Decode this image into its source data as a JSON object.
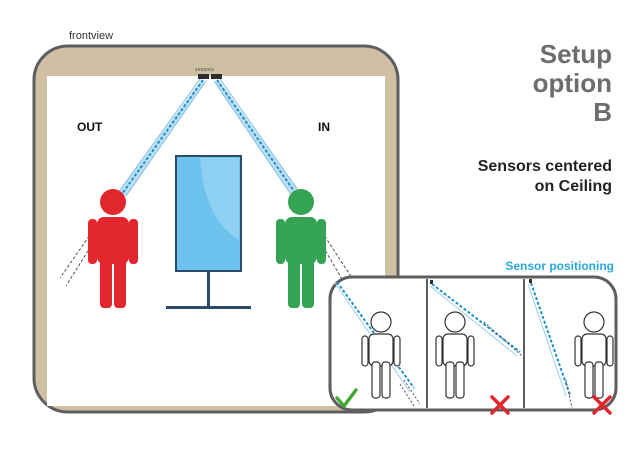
{
  "frontview": {
    "label": "frontview"
  },
  "setup": {
    "title_lines": [
      "Setup",
      "option",
      "B"
    ]
  },
  "subtitle": {
    "lines": [
      "Sensors centered",
      "on Ceiling"
    ]
  },
  "room": {
    "sensor_label": "sensors",
    "out_label": "OUT",
    "in_label": "IN"
  },
  "positioning": {
    "label": "Sensor positioning",
    "panels": [
      {
        "status": "correct"
      },
      {
        "status": "incorrect"
      },
      {
        "status": "incorrect"
      }
    ]
  },
  "colors": {
    "wall": "#cfc0a4",
    "frame_border": "#5e5e5e",
    "person_out": "#e2262d",
    "person_in": "#34a353",
    "screen": "#6ec3ee",
    "screen_frame": "#2d4a6b",
    "beam": "#1e90cf",
    "title_gray": "#6d6d6d",
    "accent_blue": "#29a8e0",
    "check": "#44a832",
    "cross": "#e2262d"
  }
}
